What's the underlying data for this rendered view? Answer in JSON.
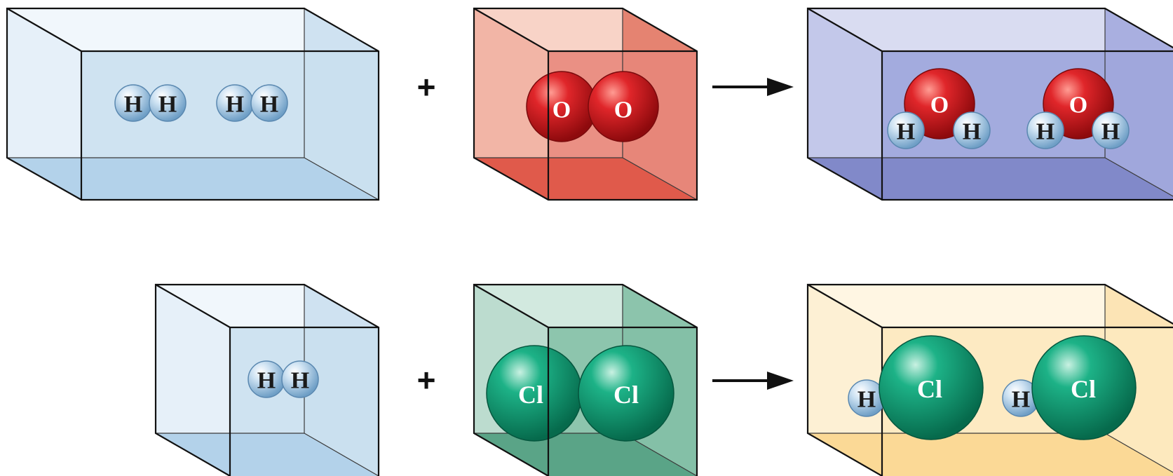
{
  "reactions": [
    {
      "reactant_a": [
        "H",
        "H",
        "H",
        "H"
      ],
      "plus": "+",
      "reactant_b": [
        "O",
        "O"
      ],
      "products": [
        {
          "center": "O",
          "left": "H",
          "right": "H"
        },
        {
          "center": "O",
          "left": "H",
          "right": "H"
        }
      ]
    },
    {
      "reactant_a": [
        "H",
        "H"
      ],
      "plus": "+",
      "reactant_b": [
        "Cl",
        "Cl"
      ],
      "products": [
        {
          "left": "H",
          "right": "Cl"
        },
        {
          "left": "H",
          "right": "Cl"
        }
      ]
    }
  ],
  "colors": {
    "hydrogen": "#a9cbe8",
    "oxygen": "#d1151a",
    "chlorine": "#0f9a72",
    "box_h2": "#c6dff0",
    "box_o2": "#e8877a",
    "box_water": "#9ea6dc",
    "box_cl2": "#82bfa6",
    "box_hcl": "#fde9bf"
  }
}
